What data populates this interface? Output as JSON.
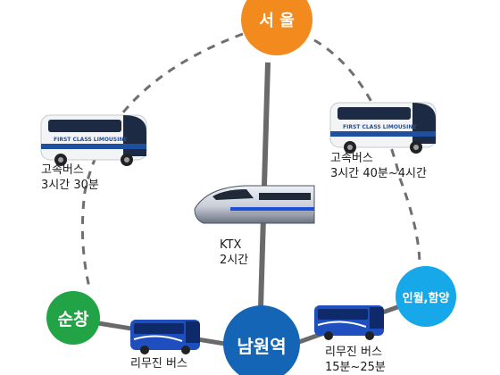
{
  "nodes": {
    "seoul": {
      "label": "서 울",
      "color": "#F28A1E"
    },
    "namwon": {
      "label": "남원역",
      "color": "#1565B7"
    },
    "suncheon": {
      "label": "순창",
      "color": "#22A446"
    },
    "inwol": {
      "label": "인월,함양",
      "color": "#16A8E9"
    }
  },
  "routes": {
    "express_left": {
      "line1": "고속버스",
      "line2": "3시간 30분",
      "icon": "express-bus-icon"
    },
    "express_right": {
      "line1": "고속버스",
      "line2": "3시간 40분~4시간",
      "icon": "express-bus-icon"
    },
    "ktx": {
      "line1": "KTX",
      "line2": "2시간",
      "icon": "ktx-train-icon"
    },
    "limousine_left": {
      "line1": "리무진 버스",
      "icon": "limousine-bus-icon"
    },
    "limousine_right": {
      "line1": "리무진 버스",
      "line2": "15분~25분",
      "icon": "limousine-bus-icon"
    }
  },
  "bus_side_text": "FIRST CLASS LIMOUSINE",
  "colors": {
    "dashed_line": "#6f6f6f",
    "solid_line": "#6a6a6a",
    "bus_body": "#f3f4f6",
    "bus_window": "#1c2a44",
    "limo_body": "#1f4fbf"
  }
}
